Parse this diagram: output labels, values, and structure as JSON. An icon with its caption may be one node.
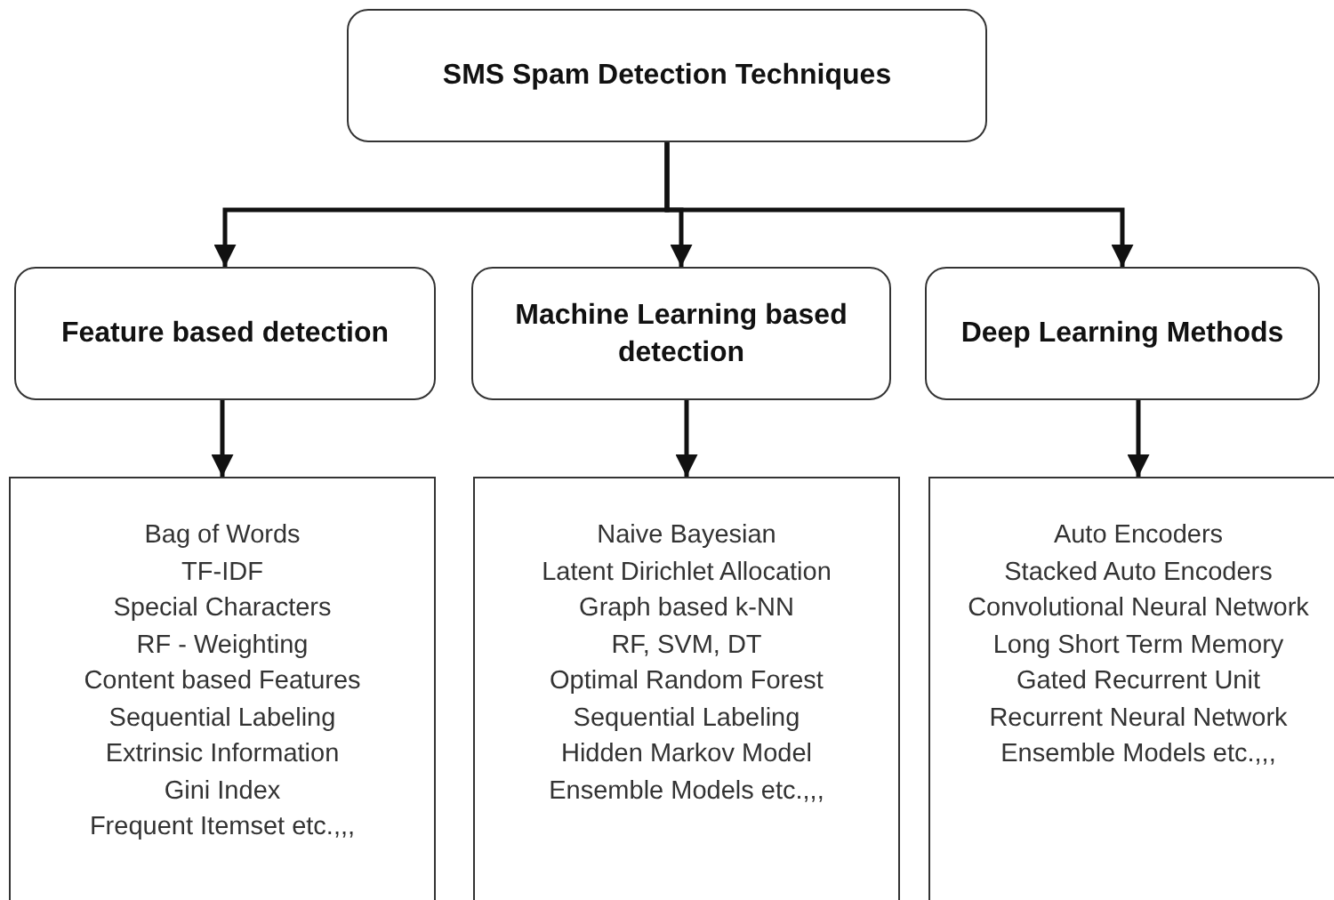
{
  "diagram": {
    "nodes": [
      {
        "text": [
          "SMS Spam Detection Techniques"
        ]
      },
      {
        "text": [
          "Feature based detection"
        ]
      },
      {
        "text": [
          "Machine Learning based detection"
        ]
      },
      {
        "text": [
          "Deep Learning Methods"
        ]
      },
      {
        "text": [
          "Bag of Words",
          "TF-IDF",
          "Special Characters",
          "RF - Weighting",
          "Content based Features",
          "Sequential Labeling",
          "Extrinsic Information",
          "Gini Index",
          "Frequent Itemset etc.,,,"
        ]
      },
      {
        "text": [
          "Naive Bayesian",
          "Latent Dirichlet Allocation",
          "Graph based k-NN",
          "RF, SVM, DT",
          "Optimal Random Forest",
          "Sequential Labeling",
          "Hidden Markov Model",
          "Ensemble Models etc.,,,"
        ]
      },
      {
        "text": [
          "Auto Encoders",
          "Stacked Auto Encoders",
          "Convolutional Neural Network",
          "Long Short Term Memory",
          "Gated Recurrent Unit",
          "Recurrent Neural Network",
          "Ensemble Models etc.,,,"
        ]
      }
    ],
    "edges": [
      {
        "from": 0,
        "to": 1,
        "arrow": "to"
      },
      {
        "from": 0,
        "to": 2,
        "arrow": "to"
      },
      {
        "from": 0,
        "to": 3,
        "arrow": "to"
      },
      {
        "from": 1,
        "to": 4,
        "arrow": "to"
      },
      {
        "from": 2,
        "to": 5,
        "arrow": "to"
      },
      {
        "from": 3,
        "to": 6,
        "arrow": "to"
      }
    ]
  }
}
